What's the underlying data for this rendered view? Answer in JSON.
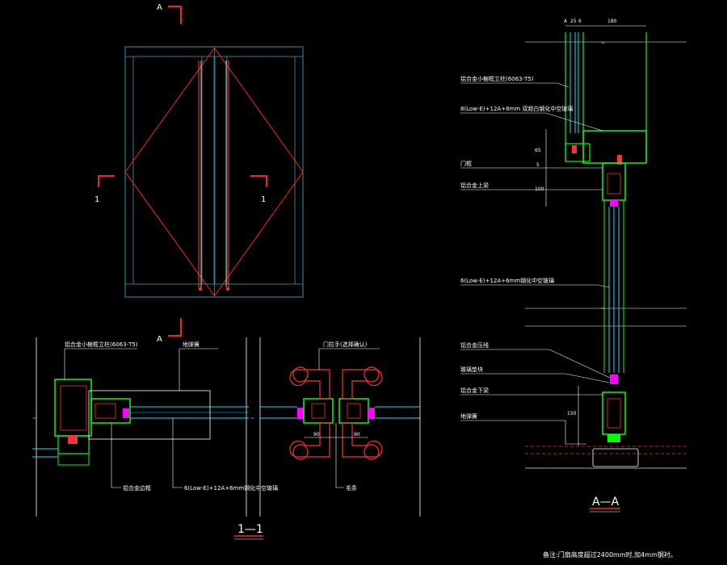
{
  "colors": {
    "background": "#000000",
    "frame": "#2a7c8e",
    "glass": "#00e5ff",
    "profile": "#00ff00",
    "section": "#ff2020",
    "leader": "#ffffff",
    "accent": "#ff00ff",
    "line": "#f0e0c8",
    "floor": "#ff3030"
  },
  "marks": {
    "section_a_top": "A",
    "section_a_bottom": "A",
    "section_1_left": "1",
    "section_1_right": "1"
  },
  "titles": {
    "plan_section": "1—1",
    "vertical_section": "A—A"
  },
  "plan_labels": {
    "mullion": "铝合金小榭框立柱(6063-T5)",
    "floor_spring": "地弹簧",
    "handle": "门拉手(选择确认)",
    "door_frame": "铝合金边框",
    "glass": "6(Low-E)+12A+6mm钢化中空玻璃",
    "seal": "毛条"
  },
  "plan_dims": {
    "left": "90",
    "right": "90"
  },
  "section_labels": {
    "mullion": "铝合金小榭框立柱(6063-T5)",
    "upper_glass": "8(Low-E)+12A+8mm 双超白钢化中空玻璃",
    "door_head": "门框",
    "top_rail": "铝合金上梁",
    "door_glass": "6(Low-E)+12A+6mm钢化中空玻璃",
    "glazing_bead": "铝合金压线",
    "gasket": "玻璃垫块",
    "bottom_rail": "铝合金下梁",
    "floor_spring": "地弹簧"
  },
  "section_dims": {
    "top_a": "A",
    "top_25": "25",
    "top_6": "6",
    "top_180": "180",
    "v_65": "65",
    "v_5": "5",
    "v_100": "100",
    "v_150": "150"
  },
  "note": "备注:门扇高度超过2400mm时,加4mm钢衬。"
}
